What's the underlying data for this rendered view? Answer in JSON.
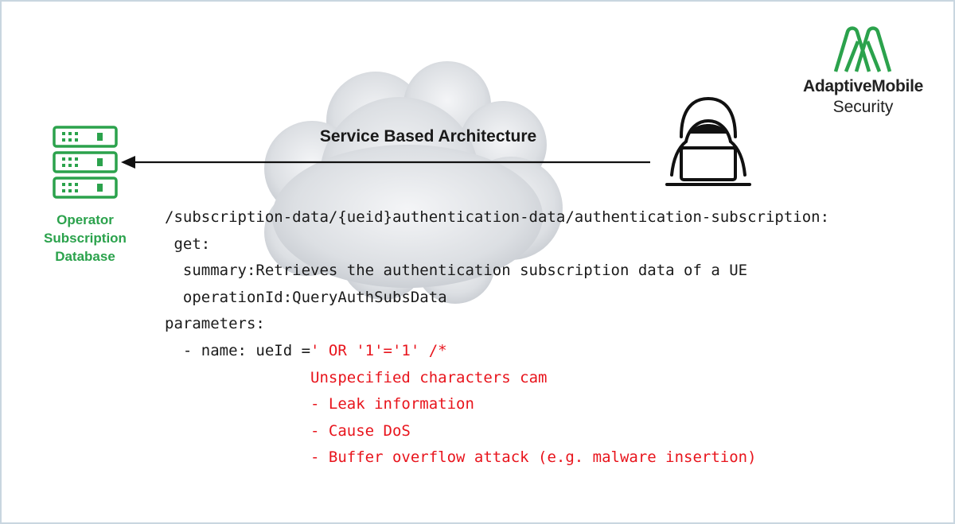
{
  "diagram": {
    "title": "Service Based Architecture",
    "database": {
      "icon": "server-rack-icon",
      "label_lines": [
        "Operator",
        "Subscription",
        "Database"
      ]
    },
    "attacker": {
      "icon": "hacker-laptop-icon"
    },
    "logo": {
      "name": "AdaptiveMobile",
      "sub": "Security"
    }
  },
  "code": {
    "path": "/subscription-data/{ueid}authentication-data/authentication-subscription:",
    "get": " get:",
    "summary": "  summary:Retrieves the authentication subscription data of a UE",
    "operation_id": "  operationId:QueryAuthSubsData",
    "parameters": "parameters:",
    "param_name": "  - name: ueId =",
    "injection": "' OR '1'='1' /*",
    "notes": [
      "Unspecified characters cam",
      "- Leak information",
      "- Cause DoS",
      "- Buffer overflow attack (e.g. malware insertion)"
    ]
  },
  "colors": {
    "accent_green": "#2ba24c",
    "alert_red": "#e8141c",
    "frame_border": "#c9d6e0"
  }
}
